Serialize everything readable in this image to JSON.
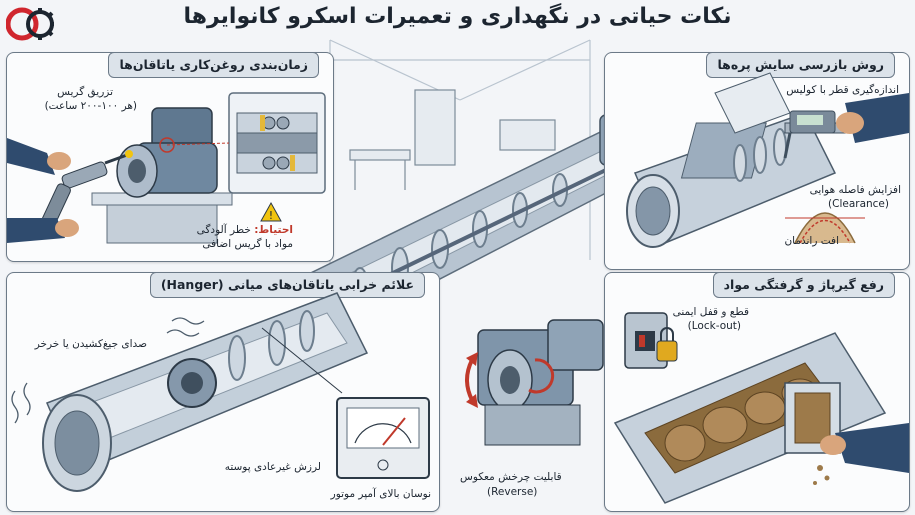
{
  "title": "نکات حیاتی در نگهداری و تعمیرات اسکرو کانوایرها",
  "panels": {
    "lubrication": {
      "title": "زمان‌بندی روغن‌کاری یاتاقان‌ها",
      "grease_label": "تزریق گریس",
      "grease_interval": "(هر ۱۰۰-۲۰۰ ساعت)",
      "caution_prefix": "احتیاط:",
      "caution_text": "خطر آلودگی",
      "caution_text2": "مواد با گریس اضافی"
    },
    "wear": {
      "title": "روش بازرسی سایش پره‌ها",
      "caliper_label": "اندازه‌گیری قطر با کولیس",
      "clearance_label": "افزایش فاصله هوایی",
      "clearance_en": "(Clearance)",
      "efficiency_label": "افت راندمان"
    },
    "hanger": {
      "title": "علائم خرابی یاتاقان‌های میانی (Hanger)",
      "noise_label": "صدای جیغ‌کشیدن یا خرخر",
      "vibration_label": "لرزش غیرعادی پوسته",
      "amp_label": "نوسان بالای آمپر موتور"
    },
    "reverse": {
      "label": "قابلیت چرخش معکوس",
      "label_en": "(Reverse)"
    },
    "jam": {
      "title": "رفع گیرپاژ و گرفتگی مواد",
      "lockout_label": "قطع و قفل ایمنی",
      "lockout_en": "(Lock-out)"
    }
  },
  "colors": {
    "accent": "#c0392b",
    "steel": "#9fb0c0",
    "panel_border": "#6c7a88",
    "caution": "#f1c40f"
  }
}
